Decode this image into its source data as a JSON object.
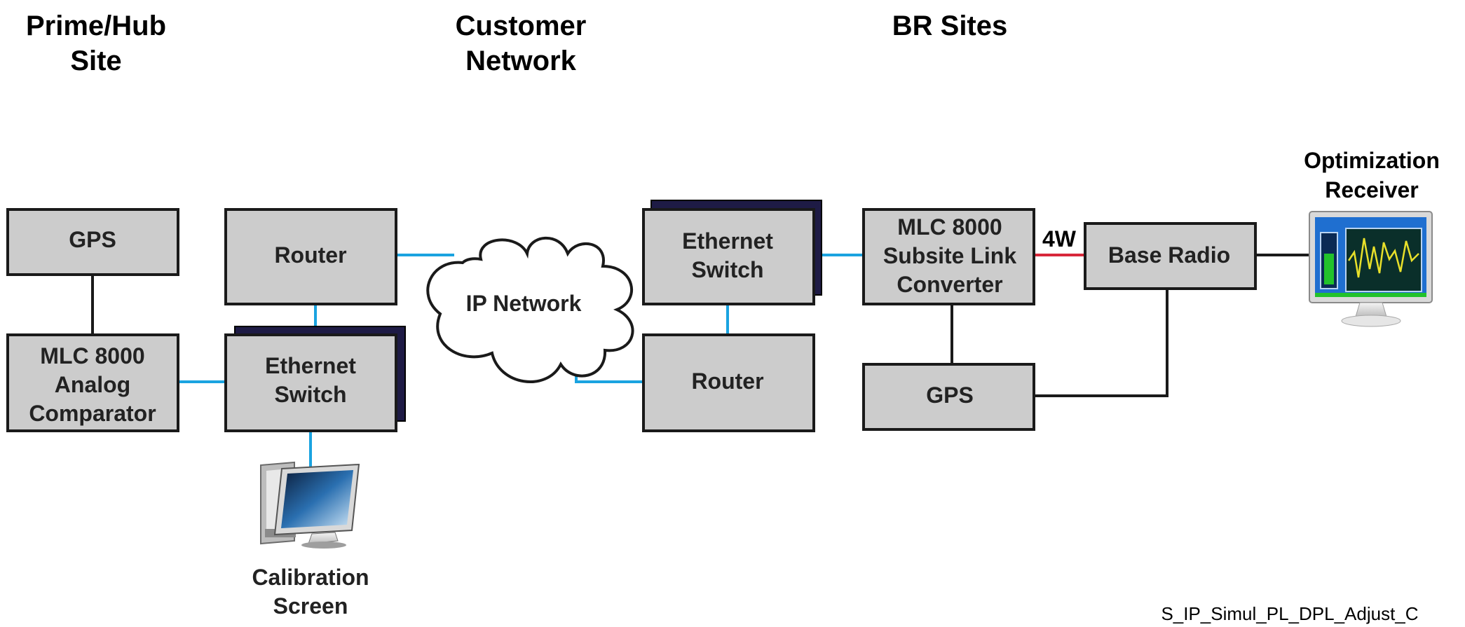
{
  "headers": {
    "prime_hub_l1": "Prime/Hub",
    "prime_hub_l2": "Site",
    "customer_l1": "Customer",
    "customer_l2": "Network",
    "br_sites": "BR Sites",
    "optimization_l1": "Optimization",
    "optimization_l2": "Receiver"
  },
  "nodes": {
    "gps_prime": "GPS",
    "comparator_l1": "MLC 8000",
    "comparator_l2": "Analog",
    "comparator_l3": "Comparator",
    "router_prime": "Router",
    "switch_prime_l1": "Ethernet",
    "switch_prime_l2": "Switch",
    "ip_network": "IP Network",
    "switch_br_l1": "Ethernet",
    "switch_br_l2": "Switch",
    "router_br": "Router",
    "slc_l1": "MLC 8000",
    "slc_l2": "Subsite Link",
    "slc_l3": "Converter",
    "gps_br": "GPS",
    "base_radio": "Base Radio",
    "calib_l1": "Calibration",
    "calib_l2": "Screen"
  },
  "links": {
    "four_wire": "4W"
  },
  "footer": "S_IP_Simul_PL_DPL_Adjust_C",
  "colors": {
    "ethernet_link": "#1aa3e0",
    "wire_link": "#1a1a1a",
    "four_wire_link": "#d8283a",
    "box_fill": "#cccccc",
    "switch_shadow": "#1e1b45"
  }
}
